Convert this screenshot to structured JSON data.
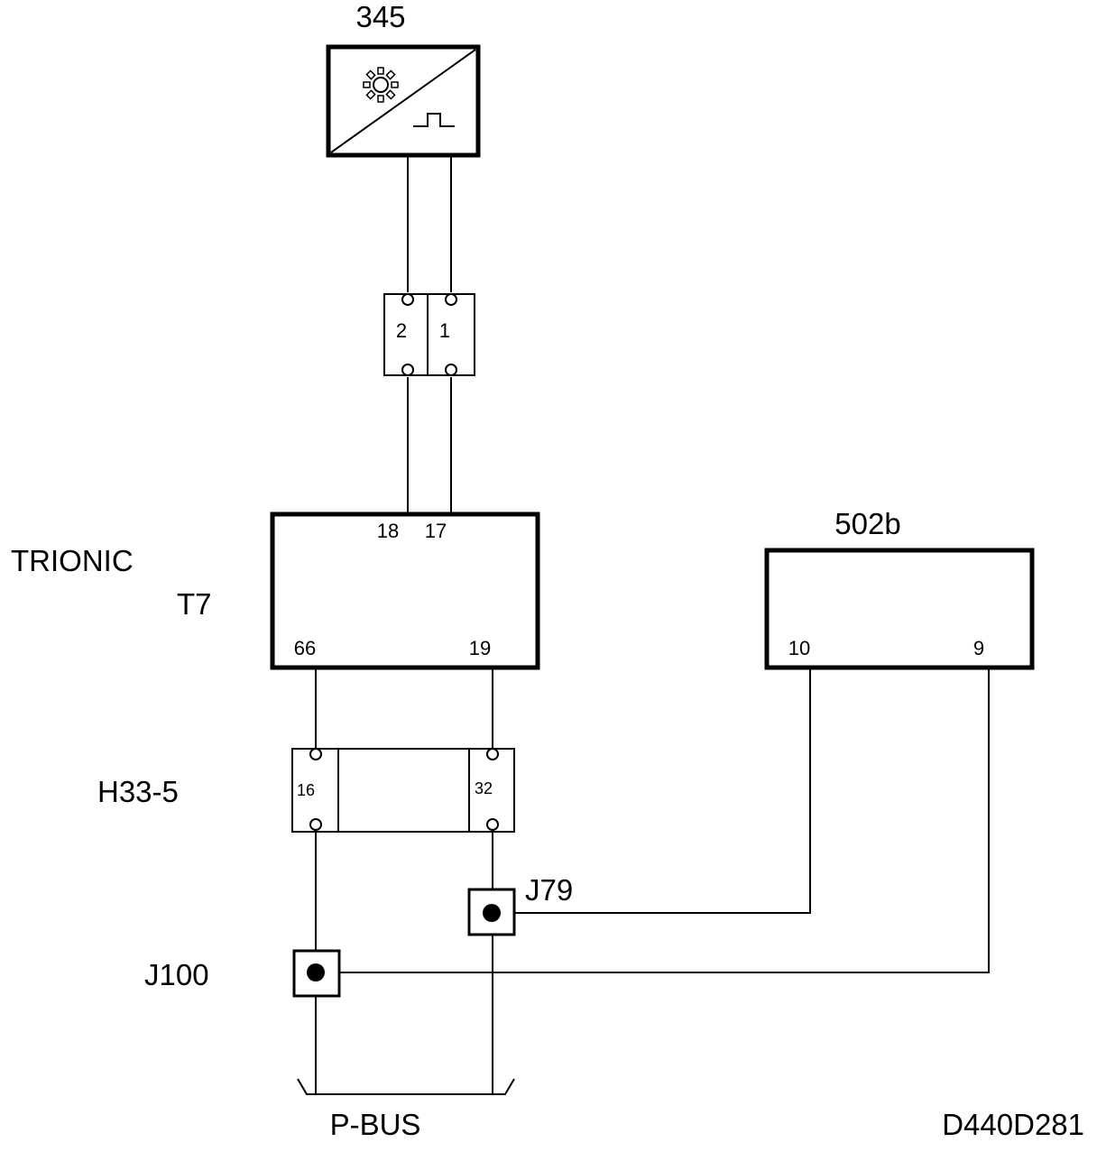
{
  "components": {
    "sensor": {
      "id": "345"
    },
    "connector_top": {
      "pins": [
        "2",
        "1"
      ]
    },
    "ecu": {
      "name_line1": "TRIONIC",
      "name_line2": "T7",
      "pins_top": [
        "18",
        "17"
      ],
      "pins_bottom": [
        "66",
        "19"
      ]
    },
    "module": {
      "id": "502b",
      "pins": [
        "10",
        "9"
      ]
    },
    "connector_bottom": {
      "id": "H33-5",
      "pins": [
        "16",
        "32"
      ]
    },
    "splices": [
      "J79",
      "J100"
    ]
  },
  "bus_label": "P-BUS",
  "diagram_code": "D440D281"
}
